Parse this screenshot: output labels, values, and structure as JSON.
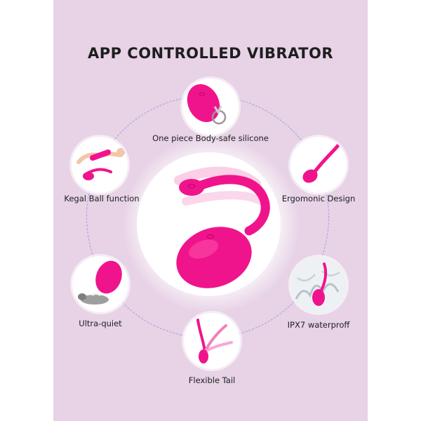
{
  "title": "APP CONTROLLED VIBRATOR",
  "colors": {
    "background": "#e7d2e6",
    "product_pink": "#f0148c",
    "ring": "#9aa3d6"
  },
  "features": [
    {
      "label": "One piece Body-safe silicone",
      "icon": "silicone-egg-with-ring-icon"
    },
    {
      "label": "Ergomonic Design",
      "icon": "egg-with-tail-icon"
    },
    {
      "label": "IPX7 waterproff",
      "icon": "water-splash-icon"
    },
    {
      "label": "Flexible Tail",
      "icon": "flexible-tail-icon"
    },
    {
      "label": "Ultra-quiet",
      "icon": "sleeping-cat-icon"
    },
    {
      "label": "Kegal Ball function",
      "icon": "reclining-woman-icon"
    }
  ]
}
